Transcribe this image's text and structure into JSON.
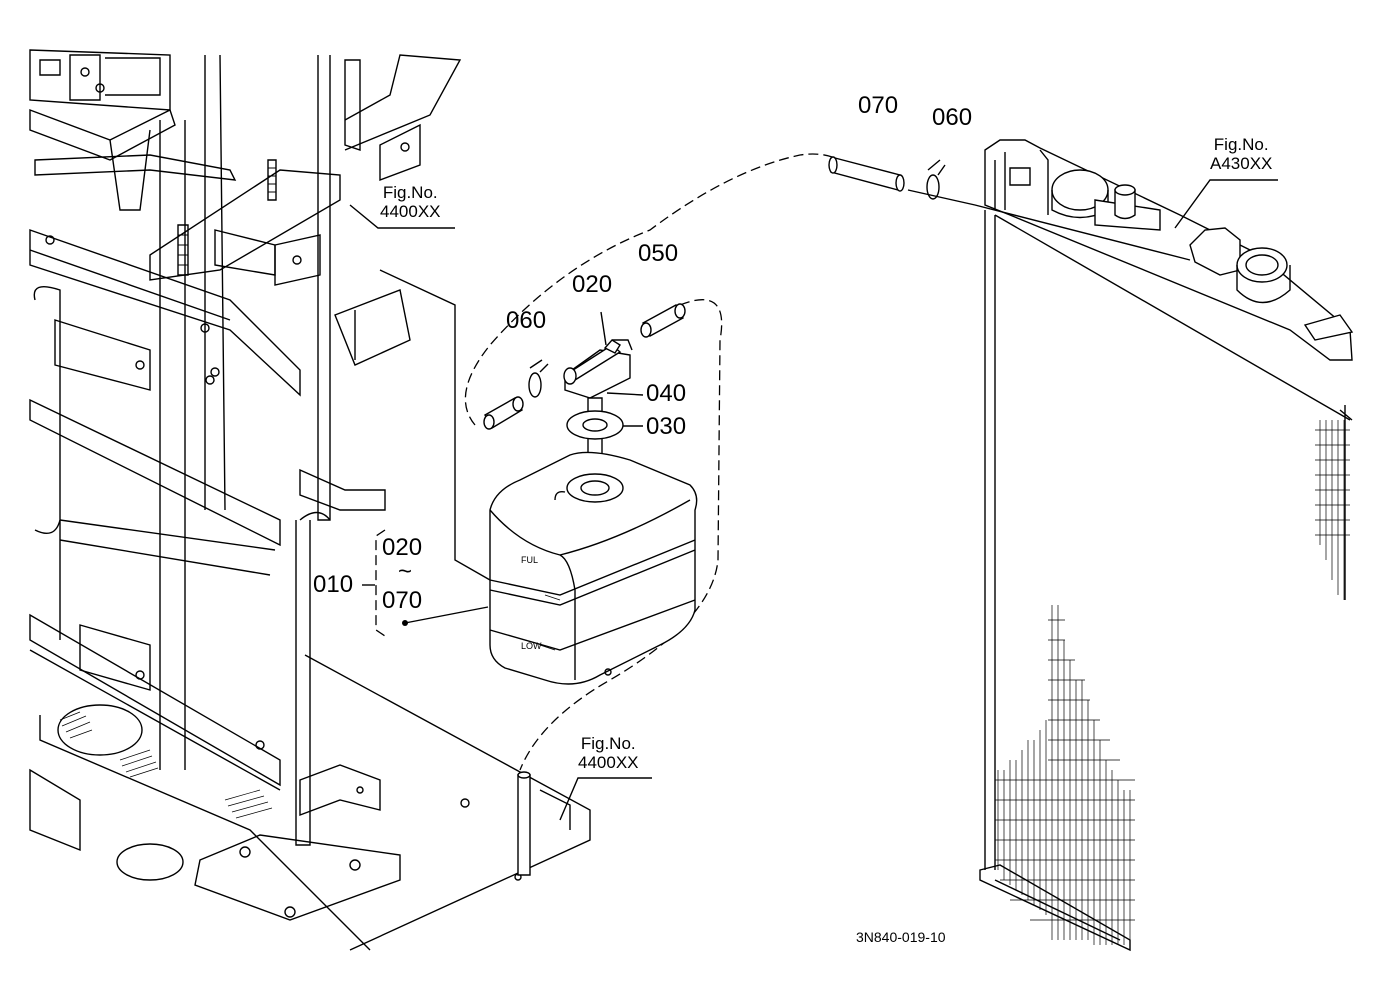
{
  "parts": {
    "p070": "070",
    "p060a": "060",
    "p050": "050",
    "p020": "020",
    "p060b": "060",
    "p040": "040",
    "p030": "030",
    "p010": "010",
    "range_from": "020",
    "range_sep": "~",
    "range_to": "070"
  },
  "fig_refs": {
    "ref1": {
      "line1": "Fig.No.",
      "line2": "4400XX"
    },
    "ref2": {
      "line1": "Fig.No.",
      "line2": "A430XX"
    },
    "ref3": {
      "line1": "Fig.No.",
      "line2": "4400XX"
    }
  },
  "tank_marks": {
    "full": "FUL",
    "low": "LOW"
  },
  "drawing_code": "3N840-019-10"
}
